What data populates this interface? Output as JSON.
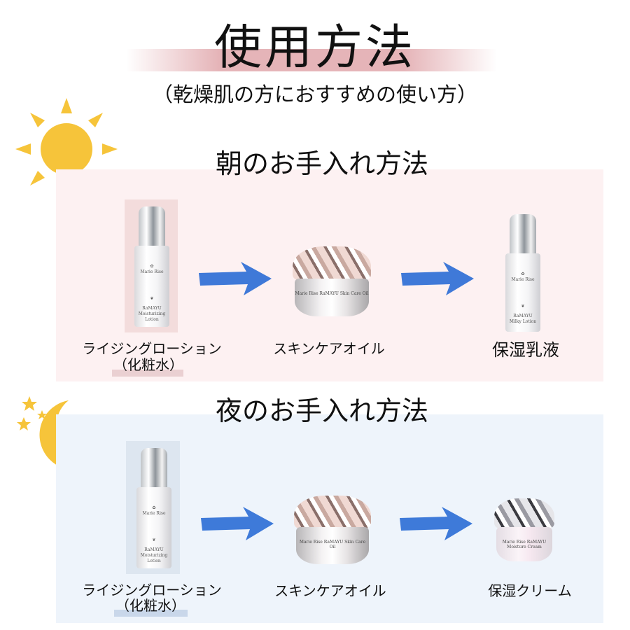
{
  "title": "使用方法",
  "subtitle": "（乾燥肌の方におすすめの使い方）",
  "colors": {
    "pink_panel": "#fdf1f2",
    "blue_panel": "#eef4fb",
    "arrow": "#2f6fd6",
    "sun": "#f6c43a",
    "title_bar": "#e5b4b8"
  },
  "morning": {
    "icon": "sun-icon",
    "heading": "朝のお手入れ方法",
    "steps": [
      {
        "label": "ライジングローション",
        "sub": "（化粧水）",
        "brand": "Marie Rise",
        "product": "RaMAYU Moisturizing Lotion"
      },
      {
        "label": "スキンケアオイル",
        "brand": "Marie Rise",
        "product": "RaMAYU Skin Care Oil"
      },
      {
        "label": "保湿乳液",
        "brand": "Marie Rise",
        "product": "RaMAYU Milky Lotion"
      }
    ]
  },
  "night": {
    "icon": "moon-icon",
    "heading": "夜のお手入れ方法",
    "steps": [
      {
        "label": "ライジングローション",
        "sub": "（化粧水）",
        "brand": "Marie Rise",
        "product": "RaMAYU Moisturizing Lotion"
      },
      {
        "label": "スキンケアオイル",
        "brand": "Marie Rise",
        "product": "RaMAYU Skin Care Oil"
      },
      {
        "label": "保湿クリーム",
        "brand": "Marie Rise",
        "product": "RaMAYU Moisture Cream"
      }
    ]
  }
}
